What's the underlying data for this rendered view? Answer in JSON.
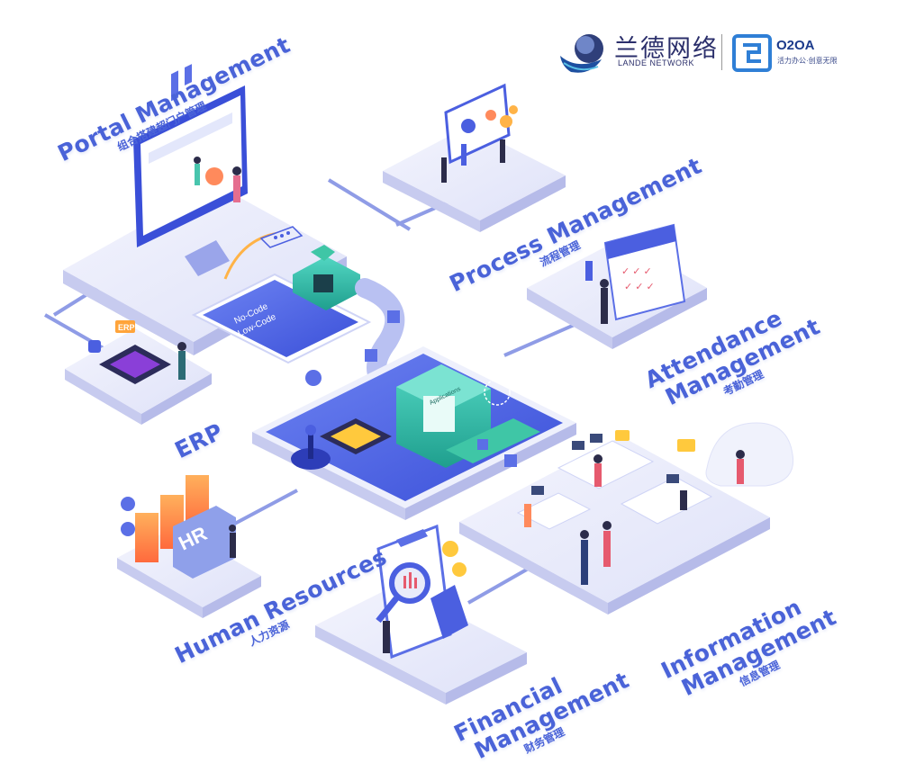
{
  "logo": {
    "brand_cn": "兰德网络",
    "brand_en": "LANDE NETWORK",
    "product": "O2OA",
    "slogan": "活力办公·创意无限"
  },
  "center": {
    "nocode_line1": "No-Code",
    "nocode_line2": "Low-Code",
    "applications": "Applications",
    "erp_badge": "ERP",
    "hr_badge": "HR"
  },
  "modules": {
    "portal": {
      "en": "Portal Management",
      "zh": "组合搭建超门户管理"
    },
    "process": {
      "en": "Process Management",
      "zh": "流程管理"
    },
    "attendance": {
      "en_line1": "Attendance",
      "en_line2": "Management",
      "zh": "考勤管理"
    },
    "erp": {
      "en": "ERP"
    },
    "hr": {
      "en": "Human Resources",
      "zh": "人力资源"
    },
    "financial": {
      "en_line1": "Financial",
      "en_line2": "Management",
      "zh": "财务管理"
    },
    "information": {
      "en_line1": "Information",
      "en_line2": "Management",
      "zh": "信息管理"
    }
  },
  "colors": {
    "label": "#4a63d8",
    "platform": "#e9ebfa",
    "platform_side": "#c7cbef",
    "accent": "#4b5fe0",
    "teal": "#2bb5a0"
  }
}
